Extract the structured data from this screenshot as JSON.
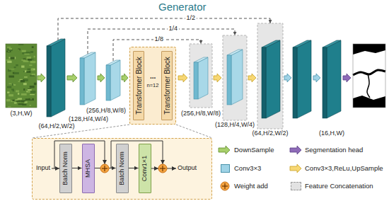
{
  "diagram": {
    "title": "Generator",
    "nodes": [
      {
        "text": [
          "...",
          "n=12"
        ]
      },
      {
        "text": [
          "Transformer Block"
        ],
        "in": 0
      },
      {
        "text": [
          "Transformer Block"
        ],
        "in": 0
      },
      {
        "text": [
          "Input",
          "Output"
        ]
      },
      {
        "text": [
          "Batch Norm"
        ],
        "in": 3
      },
      {
        "text": [
          "MHSA"
        ],
        "in": 3
      },
      {
        "text": [
          "Batch Norm"
        ],
        "in": 3
      },
      {
        "text": [
          "Conv1×1"
        ],
        "in": 3
      }
    ],
    "edges": [
      {
        "from": 4,
        "to": 5,
        "arrow": "to"
      },
      {
        "from": 5,
        "to": 6,
        "arrow": "to"
      },
      {
        "from": 6,
        "to": 7,
        "arrow": "to"
      }
    ],
    "labels": [
      "1/2",
      "1/4",
      "1/8",
      "(3,H,W)",
      "(64,H/2,W/2)",
      "(128,H/4,W/4)",
      "(256,H/8,W/8)",
      "(256,H/8,W/8)",
      "(128,H/4,W/4)",
      "(64,H/2,W/2)",
      "(16,H,W)"
    ],
    "legend": [
      {
        "text": "DownSample"
      },
      {
        "text": "Segmentation head"
      },
      {
        "text": "Conv3×3",
        "color": "#9fd3e6"
      },
      {
        "text": "Conv3×3,ReLu,UpSample"
      },
      {
        "text": "Weight add"
      },
      {
        "text": "Feature Concatenation",
        "color": "#e2e2e2"
      }
    ]
  }
}
